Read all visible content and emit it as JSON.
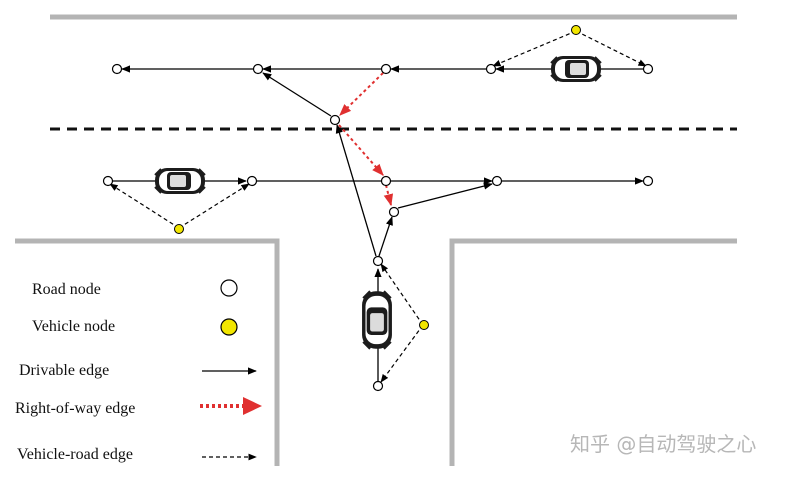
{
  "legend": {
    "road_node": "Road node",
    "vehicle_node": "Vehicle node",
    "drivable_edge": "Drivable edge",
    "right_of_way_edge": "Right-of-way edge",
    "vehicle_road_edge": "Vehicle-road edge"
  },
  "watermark": "知乎 @自动驾驶之心",
  "colors": {
    "road_boundary": "#b4b4b4",
    "lane_divider": "#111111",
    "drivable_edge": "#000000",
    "right_of_way_edge": "#e03030",
    "vehicle_node": "#f2e600",
    "road_node_fill": "#ffffff"
  }
}
